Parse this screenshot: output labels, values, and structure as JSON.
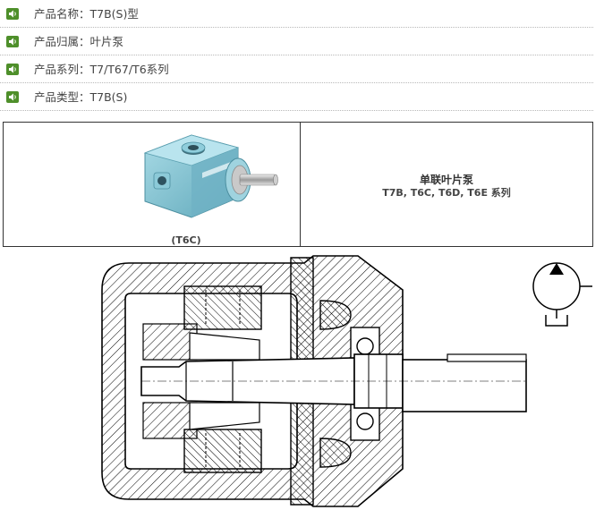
{
  "attributes": [
    {
      "label": "产品名称：T7B(S)型",
      "icon": "speaker-icon"
    },
    {
      "label": "产品归属：叶片泵",
      "icon": "speaker-icon"
    },
    {
      "label": "产品系列：T7/T67/T6系列",
      "icon": "speaker-icon"
    },
    {
      "label": "产品类型：T7B(S)",
      "icon": "speaker-icon"
    }
  ],
  "product": {
    "photo_caption": "(T6C)",
    "title": "单联叶片泵",
    "subtitle": "T7B, T6C, T6D, T6E 系列"
  },
  "colors": {
    "bullet": "#4e8f2a",
    "pump_body": "#7fc3d2",
    "border": "#333333"
  }
}
